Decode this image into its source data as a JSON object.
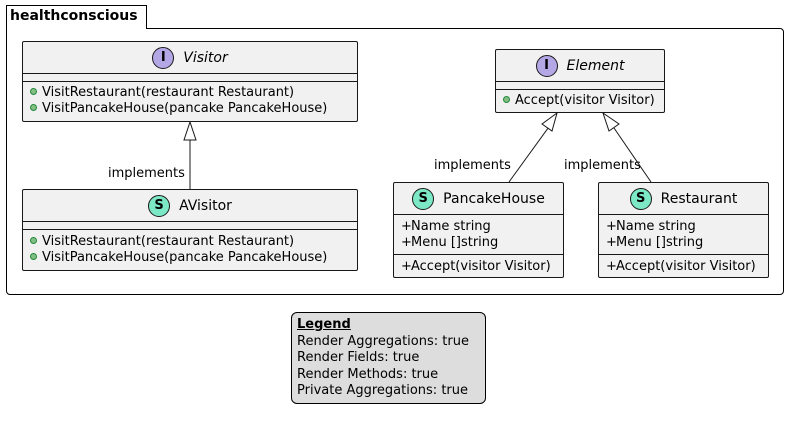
{
  "package": {
    "name": "healthconscious"
  },
  "classes": {
    "visitor": {
      "badge": "I",
      "name": "Visitor",
      "methods": [
        "VisitRestaurant(restaurant Restaurant)",
        "VisitPancakeHouse(pancake PancakeHouse)"
      ]
    },
    "element": {
      "badge": "I",
      "name": "Element",
      "methods": [
        "Accept(visitor Visitor)"
      ]
    },
    "avisitor": {
      "badge": "S",
      "name": "AVisitor",
      "methods": [
        "VisitRestaurant(restaurant Restaurant)",
        "VisitPancakeHouse(pancake PancakeHouse)"
      ]
    },
    "pancakehouse": {
      "badge": "S",
      "name": "PancakeHouse",
      "fields": [
        "Name string",
        "Menu []string"
      ],
      "methods": [
        "Accept(visitor Visitor)"
      ]
    },
    "restaurant": {
      "badge": "S",
      "name": "Restaurant",
      "fields": [
        "Name string",
        "Menu []string"
      ],
      "methods": [
        "Accept(visitor Visitor)"
      ]
    }
  },
  "relations": {
    "avisitor_visitor": "implements",
    "pancakehouse_element": "implements",
    "restaurant_element": "implements"
  },
  "legend": {
    "title": "Legend",
    "lines": [
      "Render Aggregations: true",
      "Render Fields: true",
      "Render Methods: true",
      "Private Aggregations: true"
    ]
  }
}
